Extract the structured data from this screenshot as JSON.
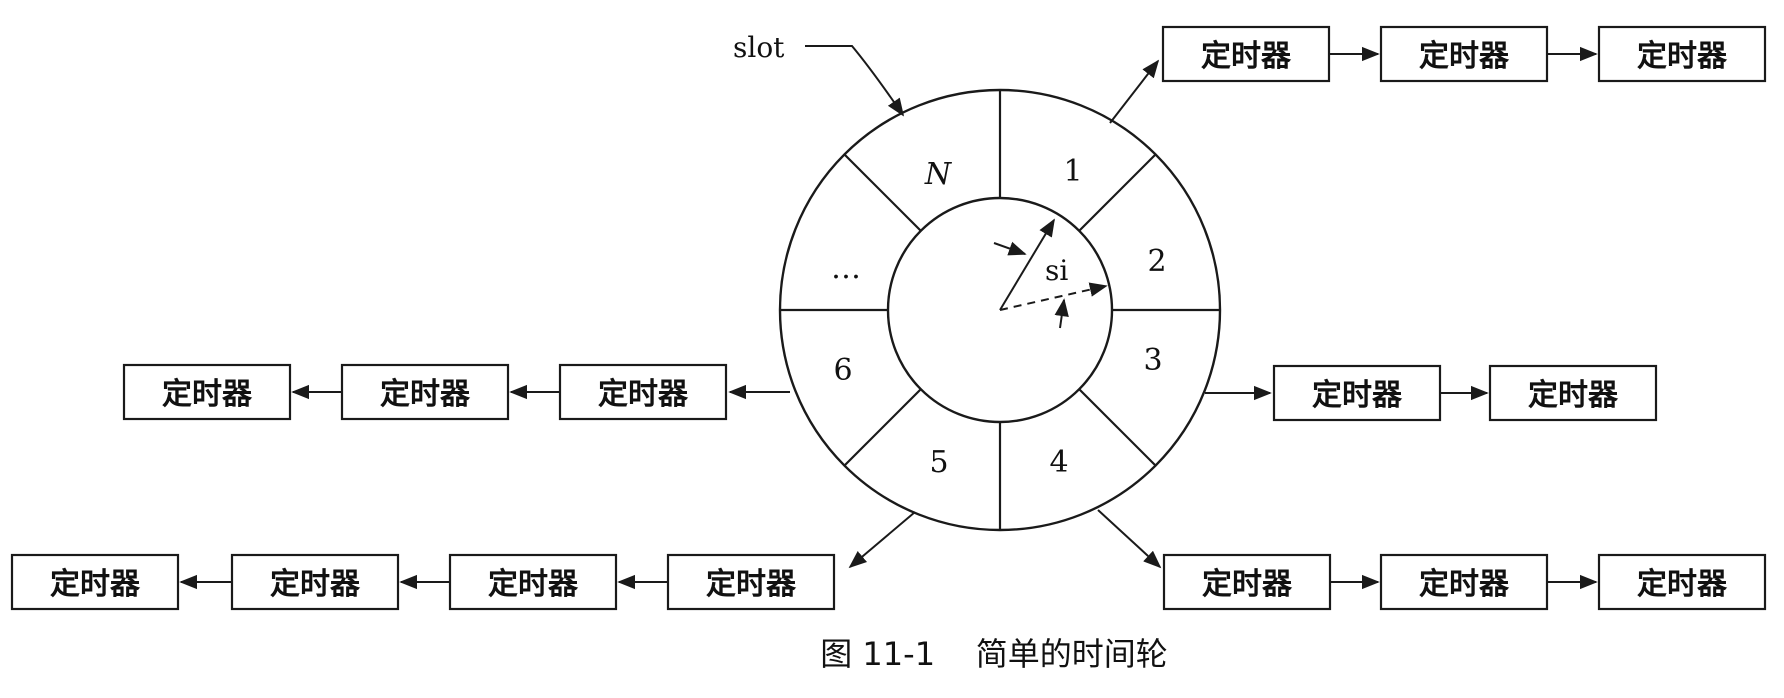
{
  "timer_label": "定时器",
  "slot_label": "slot",
  "pointer_label": "si",
  "slot_numbers": [
    "1",
    "2",
    "3",
    "4",
    "5",
    "6",
    "…",
    "N"
  ],
  "caption": "图 11-1    简单的时间轮",
  "chains": [
    {
      "slot": "1",
      "timers": 3
    },
    {
      "slot": "3",
      "timers": 2
    },
    {
      "slot": "4",
      "timers": 3
    },
    {
      "slot": "5",
      "timers": 4
    },
    {
      "slot": "6",
      "timers": 3
    }
  ]
}
